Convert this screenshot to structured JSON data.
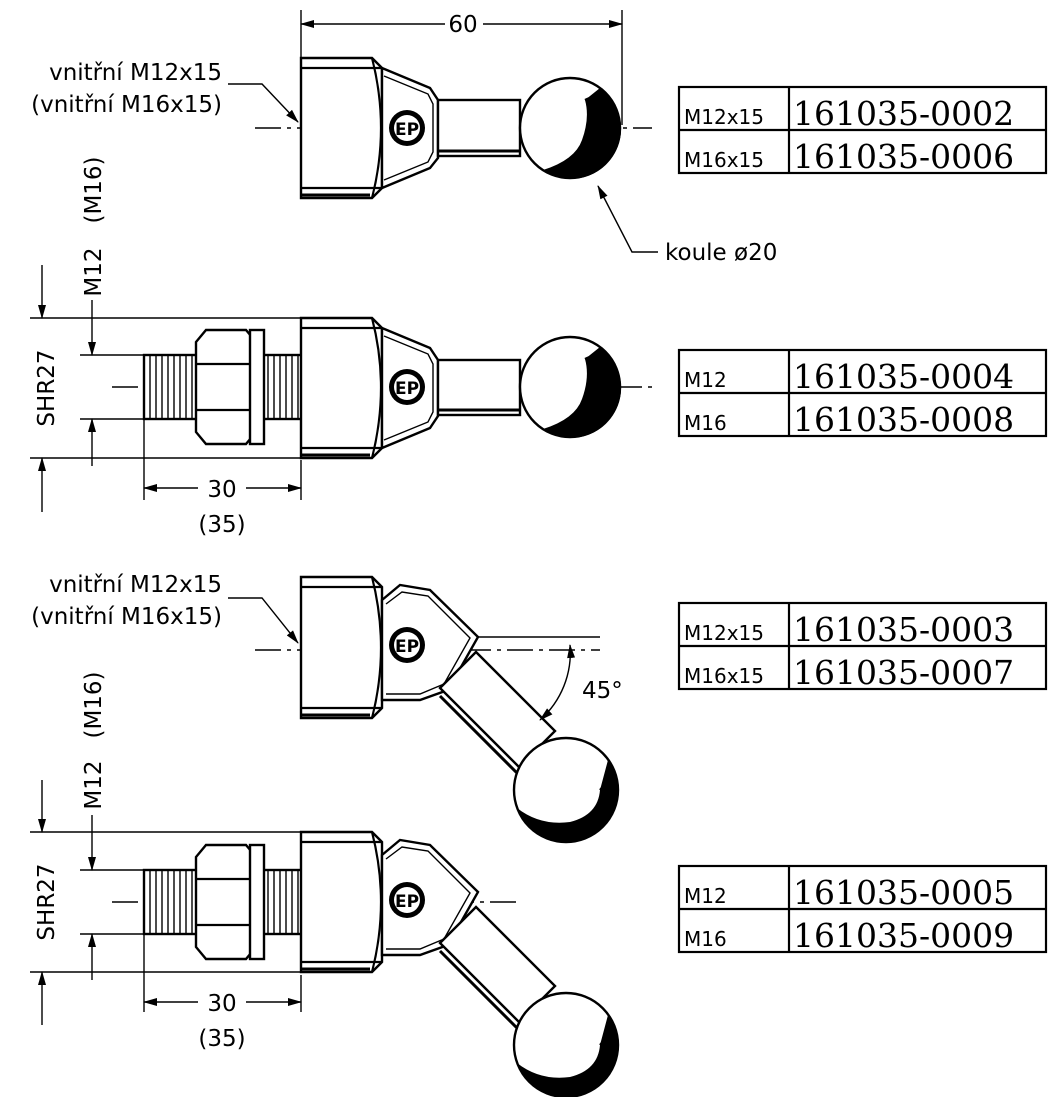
{
  "dimensions": {
    "overall_length": "60",
    "thread_length": "30",
    "thread_length_alt": "(35)",
    "angle": "45°",
    "wrench": "SHR27",
    "thread": "M12",
    "thread_alt": "(M16)"
  },
  "labels": {
    "internal_thread": "vnitřní M12x15",
    "internal_thread_alt": "(vnitřní M16x15)",
    "ball": "koule ø20",
    "logo_text": "EP"
  },
  "tables": [
    {
      "rows": [
        {
          "variant": "M12x15",
          "part_number": "161035-0002"
        },
        {
          "variant": "M16x15",
          "part_number": "161035-0006"
        }
      ]
    },
    {
      "rows": [
        {
          "variant": "M12",
          "part_number": "161035-0004"
        },
        {
          "variant": "M16",
          "part_number": "161035-0008"
        }
      ]
    },
    {
      "rows": [
        {
          "variant": "M12x15",
          "part_number": "161035-0003"
        },
        {
          "variant": "M16x15",
          "part_number": "161035-0007"
        }
      ]
    },
    {
      "rows": [
        {
          "variant": "M12",
          "part_number": "161035-0005"
        },
        {
          "variant": "M16",
          "part_number": "161035-0009"
        }
      ]
    }
  ]
}
